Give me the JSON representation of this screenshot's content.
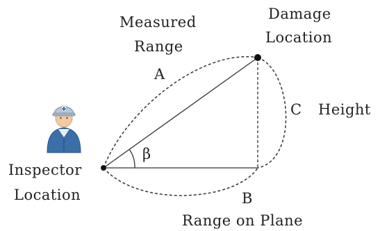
{
  "labels": {
    "measured_range": "Measured",
    "measured_range_2": "Range",
    "side_a": "A",
    "damage_location": "Damage",
    "damage_location_2": "Location",
    "side_c": "C",
    "height": "Height",
    "angle": "β",
    "inspector_location": "Inspector",
    "inspector_location_2": "Location",
    "side_b": "B",
    "range_on_plane": "Range  on Plane"
  },
  "icons": {
    "inspector": "inspector-person-icon"
  },
  "colors": {
    "lines": "#333333",
    "points": "#111111",
    "helmet": "#b8c8d8",
    "body": "#3a6fa8",
    "face": "#f2c9a0"
  }
}
